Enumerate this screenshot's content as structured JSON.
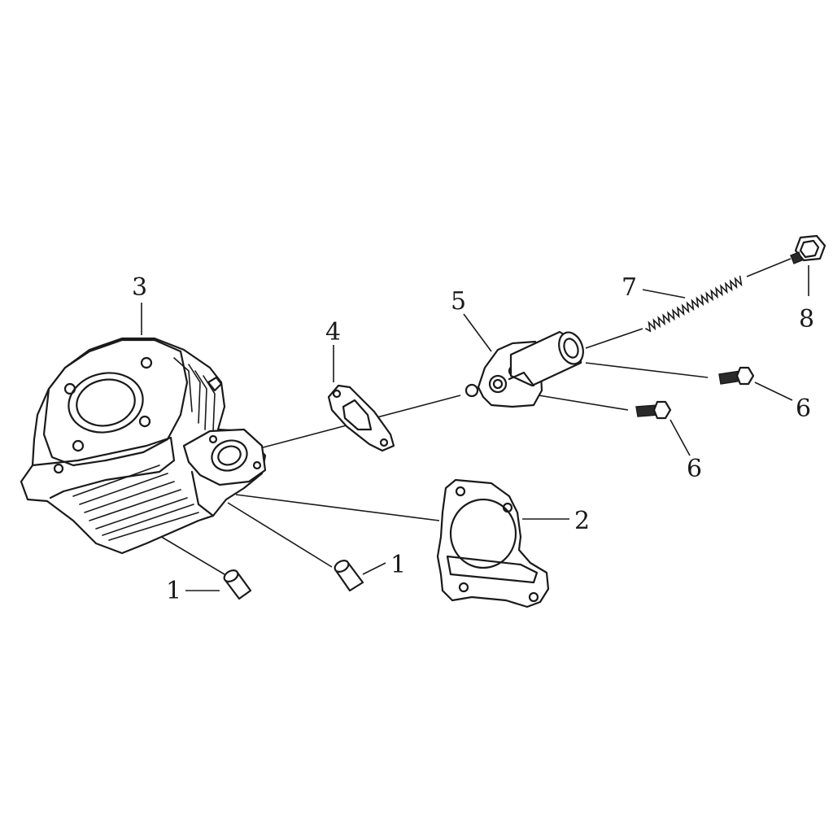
{
  "parts": {
    "dowel_pin_left": {
      "callout": "1"
    },
    "dowel_pin_right": {
      "callout": "1"
    },
    "cylinder_gasket": {
      "callout": "2"
    },
    "cylinder": {
      "callout": "3"
    },
    "tensioner_gasket": {
      "callout": "4"
    },
    "tensioner": {
      "callout": "5"
    },
    "bolt_upper": {
      "callout": "6"
    },
    "bolt_lower": {
      "callout": "6"
    },
    "spring": {
      "callout": "7"
    },
    "cap_bolt": {
      "callout": "8"
    }
  },
  "colors": {
    "ink": "#1a1a1a",
    "paper": "#ffffff"
  }
}
